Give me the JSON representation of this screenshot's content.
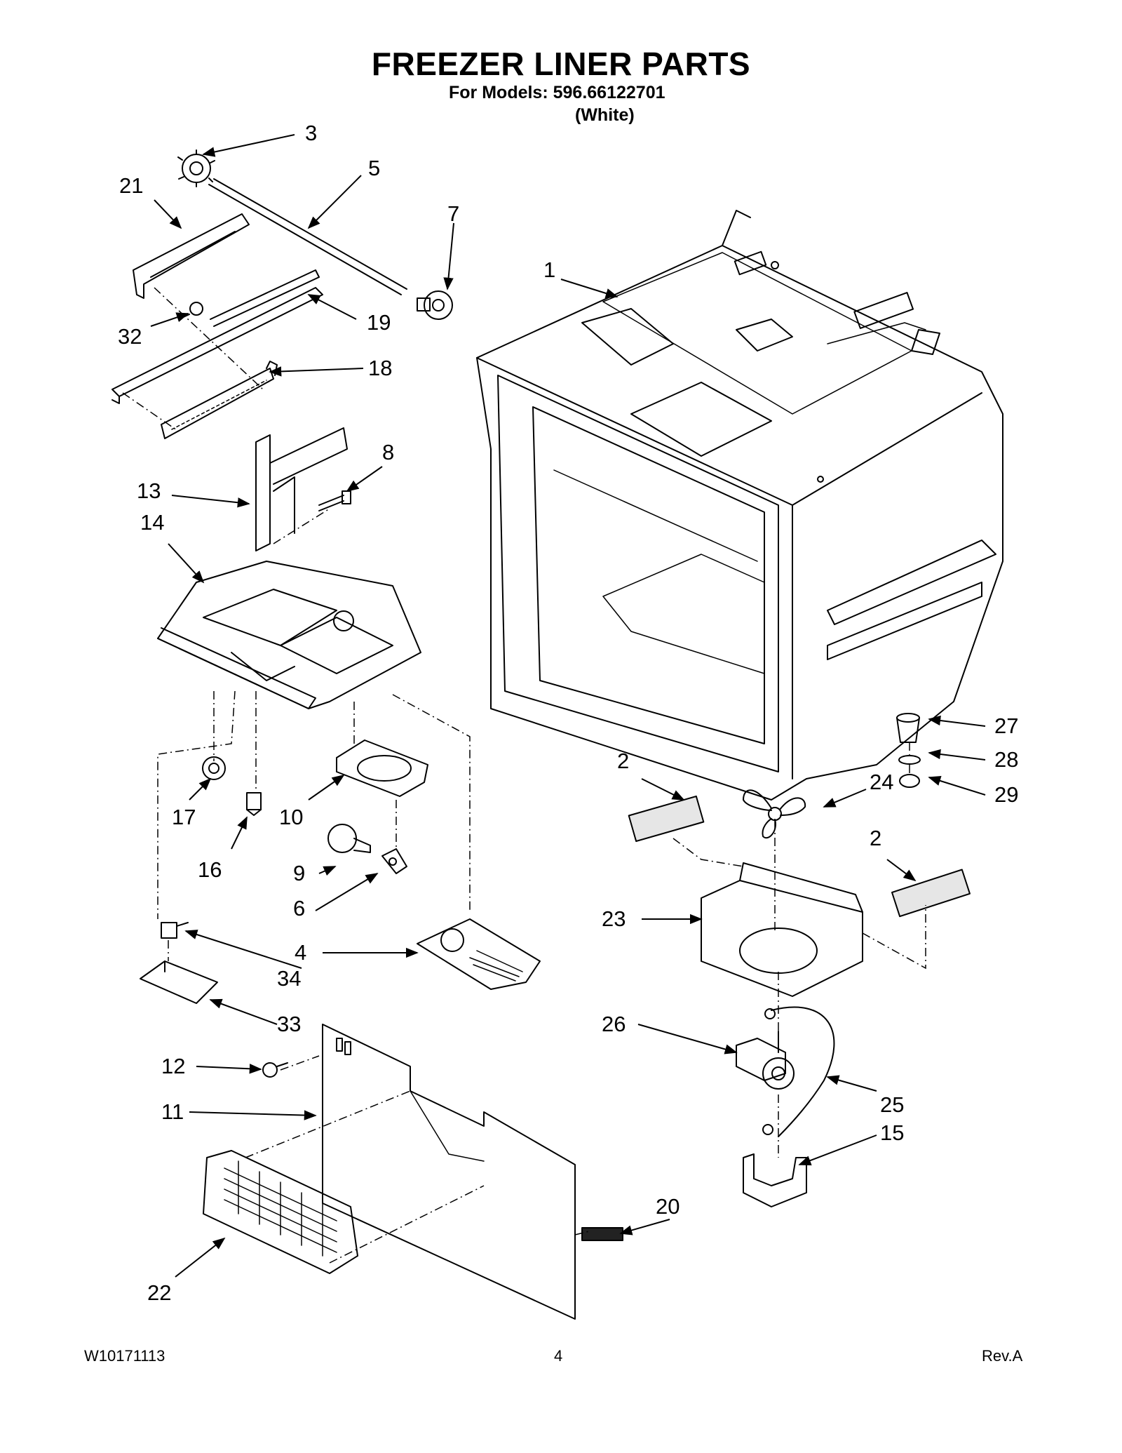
{
  "header": {
    "title": "FREEZER LINER PARTS",
    "models_line": "For Models: 596.66122701",
    "color_line": "(White)"
  },
  "callouts": [
    "1",
    "2",
    "2",
    "3",
    "4",
    "5",
    "6",
    "7",
    "8",
    "9",
    "10",
    "11",
    "12",
    "13",
    "14",
    "15",
    "16",
    "17",
    "18",
    "19",
    "20",
    "21",
    "22",
    "23",
    "24",
    "25",
    "26",
    "27",
    "28",
    "29",
    "32",
    "33",
    "34"
  ],
  "footer": {
    "doc_number": "W10171113",
    "page_number": "4",
    "revision": "Rev.A"
  },
  "colors": {
    "ink": "#000000",
    "paper": "#ffffff",
    "shade": "#e6e6e6"
  }
}
